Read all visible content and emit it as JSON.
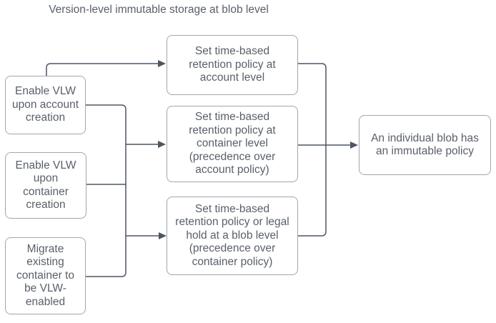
{
  "title": "Version-level immutable storage at blob level",
  "colors": {
    "background": "#ffffff",
    "node_fill": "#ffffff",
    "node_border": "#a2a6ac",
    "text": "#595f6a",
    "connector": "#4d5663"
  },
  "nodes": {
    "l1": {
      "label": "Enable VLW upon account creation"
    },
    "l2": {
      "label": "Enable VLW upon container creation"
    },
    "l3": {
      "label": "Migrate existing container to be VLW-enabled"
    },
    "m1": {
      "label": "Set time-based retention policy at account level"
    },
    "m2": {
      "label": "Set time-based retention policy at container level (precedence over account policy)"
    },
    "m3": {
      "label": "Set time-based retention policy or legal hold at a blob level (precedence over container policy)"
    },
    "r1": {
      "label": "An individual blob has an immutable policy"
    }
  },
  "edges": [
    {
      "from": "l1",
      "to": "m1"
    },
    {
      "from": "l1",
      "to": "m2"
    },
    {
      "from": "l2",
      "to": "m2"
    },
    {
      "from": "l2",
      "to": "m3"
    },
    {
      "from": "l3",
      "to": "m3"
    },
    {
      "from": "m1",
      "to": "r1"
    },
    {
      "from": "m2",
      "to": "r1"
    },
    {
      "from": "m3",
      "to": "r1"
    }
  ]
}
